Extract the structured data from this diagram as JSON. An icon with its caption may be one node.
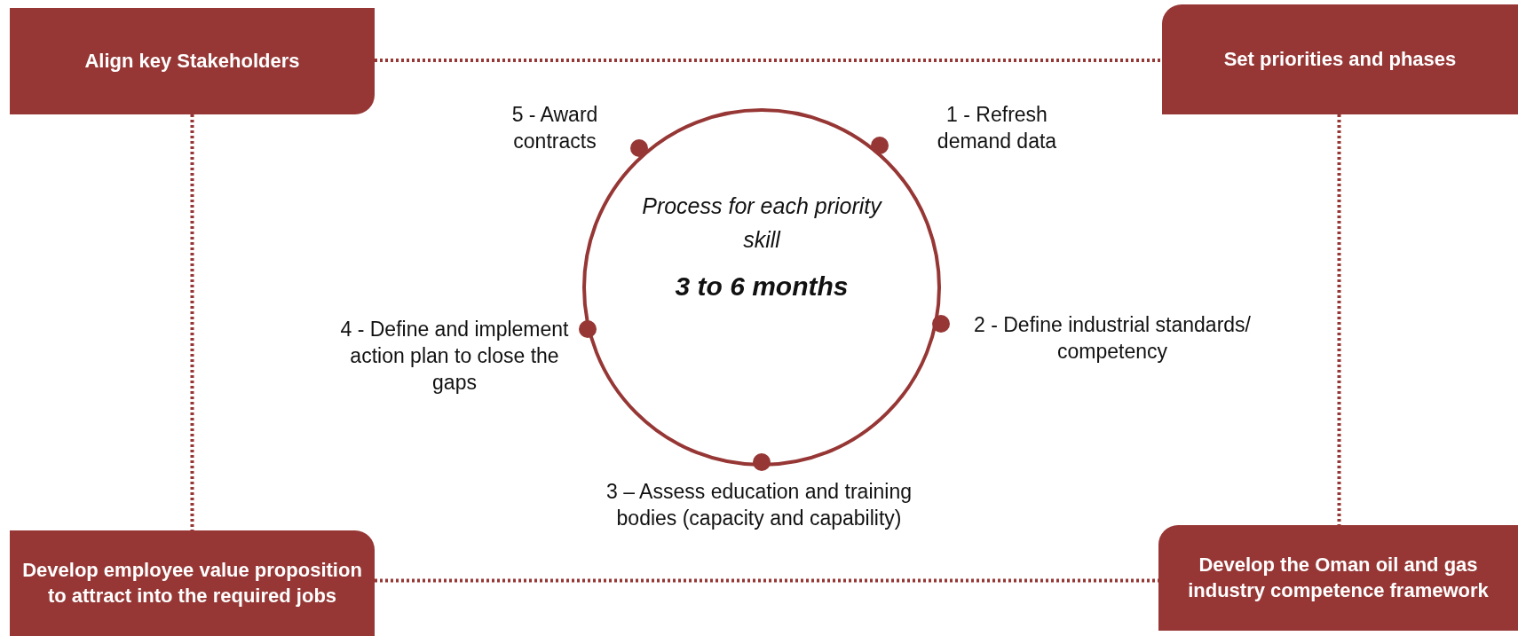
{
  "diagram": {
    "nodes": [
      {
        "text": [
          "Align key Stakeholders"
        ]
      },
      {
        "text": [
          "Set priorities and phases"
        ]
      },
      {
        "text": [
          "Process for each priority skill",
          "3 to 6 months"
        ]
      },
      {
        "text": [],
        "shape": "circle"
      },
      {
        "text": [],
        "shape": "circle"
      },
      {
        "text": [],
        "shape": "circle"
      },
      {
        "text": [],
        "shape": "circle"
      },
      {
        "text": [],
        "shape": "circle"
      },
      {
        "text": [
          "Develop employee value proposition to attract into the required jobs"
        ]
      },
      {
        "text": [
          "Develop the Oman oil and gas industry competence framework"
        ]
      }
    ],
    "edges": [
      {
        "from": 0,
        "to": 1,
        "arrow": "none",
        "style": "dashed"
      },
      {
        "from": 0,
        "to": 8,
        "arrow": "none",
        "style": "dashed"
      },
      {
        "from": 1,
        "to": 9,
        "arrow": "none",
        "style": "dashed"
      },
      {
        "from": 8,
        "to": 9,
        "arrow": "none",
        "style": "dashed"
      }
    ],
    "labels": [
      "5 - Award contracts",
      "1 - Refresh demand data",
      "4 - Define and implement action plan to close the gaps",
      "2 - Define industrial standards/ competency",
      "3 – Assess education and training bodies (capacity and capability)"
    ]
  }
}
